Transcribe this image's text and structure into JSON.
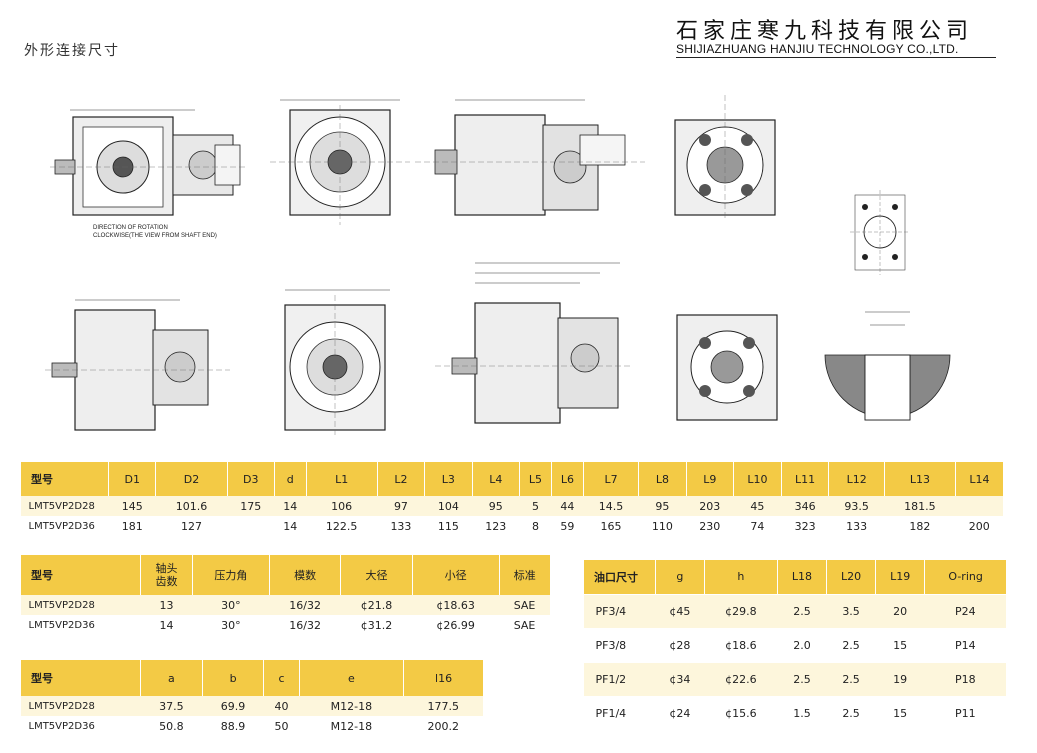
{
  "header": {
    "page_title": "外形连接尺寸",
    "company_cn": "石家庄寒九科技有限公司",
    "company_en": "SHIJIAZHUANG HANJIU TECHNOLOGY CO.,LTD."
  },
  "drawings": {
    "rotation_caption_line1": "DIRECTION OF ROTATION",
    "rotation_caption_line2": "CLOCKWISE(THE VIEW FROM SHAFT END)"
  },
  "dimensions_table": {
    "headers": [
      "型号",
      "D1",
      "D2",
      "D3",
      "d",
      "L1",
      "L2",
      "L3",
      "L4",
      "L5",
      "L6",
      "L7",
      "L8",
      "L9",
      "L10",
      "L11",
      "L12",
      "L13",
      "L14"
    ],
    "rows": [
      [
        "LMT5VP2D28",
        "145",
        "101.6",
        "175",
        "14",
        "106",
        "97",
        "104",
        "95",
        "5",
        "44",
        "14.5",
        "95",
        "203",
        "45",
        "346",
        "93.5",
        "181.5",
        ""
      ],
      [
        "LMT5VP2D36",
        "181",
        "127",
        "",
        "14",
        "122.5",
        "133",
        "115",
        "123",
        "8",
        "59",
        "165",
        "110",
        "230",
        "74",
        "323",
        "133",
        "182",
        "200"
      ]
    ]
  },
  "spline_table": {
    "headers": [
      "型号",
      "轴头\n齿数",
      "压力角",
      "模数",
      "大径",
      "小径",
      "标准"
    ],
    "rows": [
      [
        "LMT5VP2D28",
        "13",
        "30°",
        "16/32",
        "¢21.8",
        "¢18.63",
        "SAE"
      ],
      [
        "LMT5VP2D36",
        "14",
        "30°",
        "16/32",
        "¢31.2",
        "¢26.99",
        "SAE"
      ]
    ]
  },
  "mount_table": {
    "headers": [
      "型号",
      "a",
      "b",
      "c",
      "e",
      "l16"
    ],
    "rows": [
      [
        "LMT5VP2D28",
        "37.5",
        "69.9",
        "40",
        "M12-18",
        "177.5"
      ],
      [
        "LMT5VP2D36",
        "50.8",
        "88.9",
        "50",
        "M12-18",
        "200.2"
      ]
    ]
  },
  "port_table": {
    "headers": [
      "油口尺寸",
      "g",
      "h",
      "L18",
      "L20",
      "L19",
      "O-ring"
    ],
    "rows": [
      [
        "PF3/4",
        "¢45",
        "¢29.8",
        "2.5",
        "3.5",
        "20",
        "P24"
      ],
      [
        "PF3/8",
        "¢28",
        "¢18.6",
        "2.0",
        "2.5",
        "15",
        "P14"
      ],
      [
        "PF1/2",
        "¢34",
        "¢22.6",
        "2.5",
        "2.5",
        "19",
        "P18"
      ],
      [
        "PF1/4",
        "¢24",
        "¢15.6",
        "1.5",
        "2.5",
        "15",
        "P11"
      ]
    ]
  }
}
